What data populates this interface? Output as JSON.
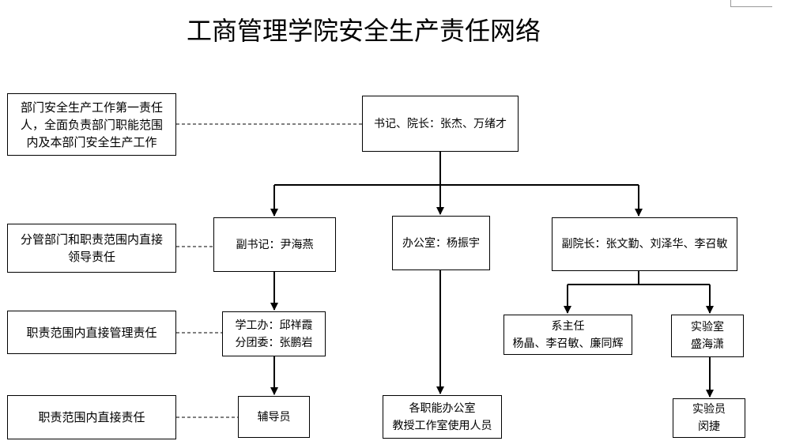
{
  "title": "工商管理学院安全生产责任网络",
  "left_column": {
    "level1": "部门安全生产工作第一责任\n人，全面负责部门职能范围\n内及本部门安全生产工作",
    "level2": "分管部门和职责范围内直接\n领导责任",
    "level3": "职责范围内直接管理责任",
    "level4": "职责范围内直接责任"
  },
  "nodes": {
    "secretary_dean": "书记、院长：张杰、万绪才",
    "deputy_secretary": "副书记：尹海燕",
    "office": "办公室：杨振宇",
    "vice_deans": "副院长：张文勤、刘泽华、李召敏",
    "student_affairs": "学工办：邱祥霞\n分团委：张鹏岩",
    "counselor": "辅导员",
    "offices_staff": "各职能办公室\n教授工作室使用人员",
    "dept_heads": "系主任\n杨晶、李召敏、廉同辉",
    "lab": "实验室\n盛海潇",
    "lab_staff": "实验员\n闵捷"
  }
}
